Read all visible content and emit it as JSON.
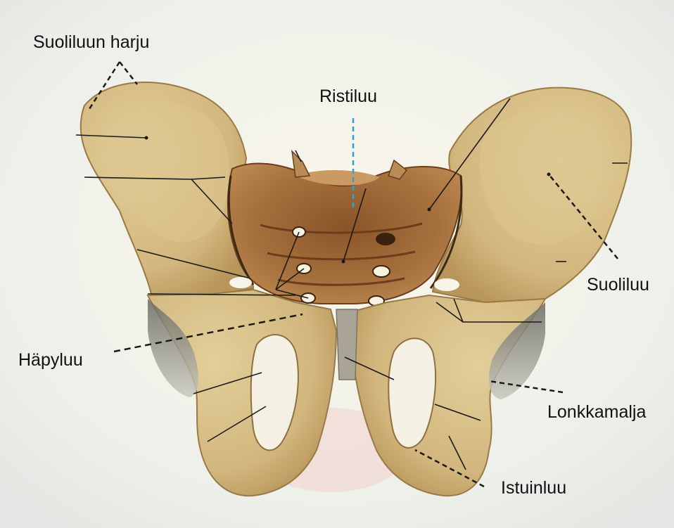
{
  "labels": {
    "iliac_crest": "Suoliluun harju",
    "sacrum": "Ristiluu",
    "ilium": "Suoliluu",
    "pubis": "Häpyluu",
    "acetabulum": "Lonkkamalja",
    "ischium": "Istuinluu"
  },
  "colors": {
    "bone": "#d2b77e",
    "bone_light": "#e6d3a3",
    "bone_shadow": "#a9854d",
    "sacrum": "#a56f3d",
    "sacrum_dark": "#6b3d1c",
    "leader_line": "#1a1a1a",
    "sacrum_leader": "#2f9fd8",
    "background": "#f6f4ec"
  }
}
